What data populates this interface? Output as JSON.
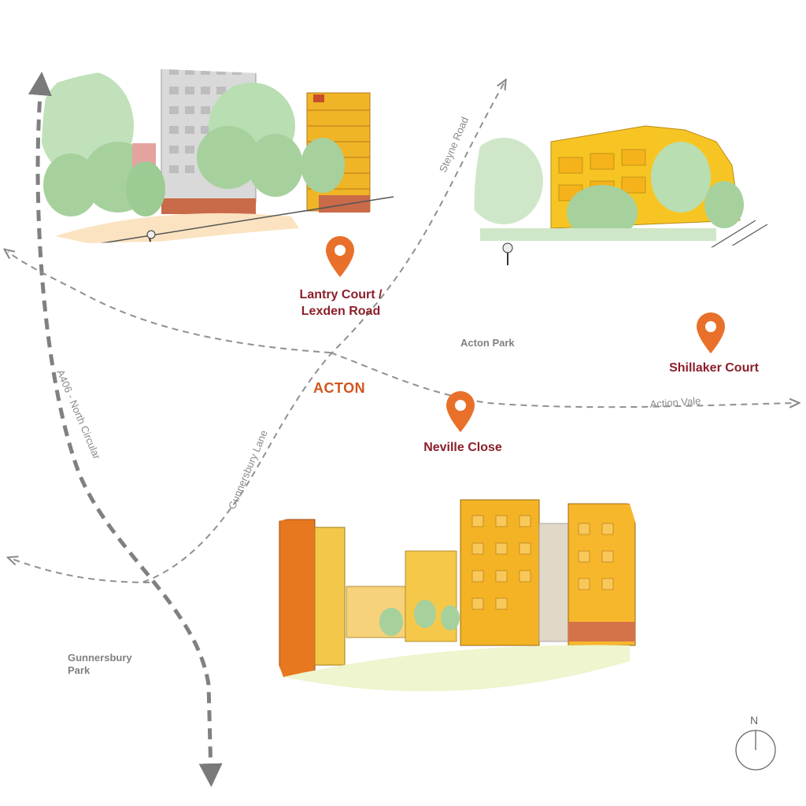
{
  "map": {
    "district": "ACTON",
    "colors": {
      "pin": "#e9702a",
      "location_text": "#8b1f2b",
      "district_text": "#d1561d",
      "route": "#888888",
      "tree": "#a8d3a0",
      "building_yellow": "#f7bd1c",
      "building_orange": "#e8781f"
    },
    "roads": [
      {
        "name": "A406 - North Circular"
      },
      {
        "name": "Steyne Road"
      },
      {
        "name": "Gunnersbury Lane"
      },
      {
        "name": "Action Vale"
      }
    ],
    "places": [
      {
        "name": "Acton Park"
      },
      {
        "name": "Gunnersbury Park"
      }
    ],
    "locations": [
      {
        "line1": "Lantry Court /",
        "line2": "Lexden Road",
        "icon": "map-pin-icon"
      },
      {
        "line1": "Shillaker Court",
        "icon": "map-pin-icon"
      },
      {
        "line1": "Neville Close",
        "icon": "map-pin-icon"
      }
    ],
    "north": "N"
  }
}
